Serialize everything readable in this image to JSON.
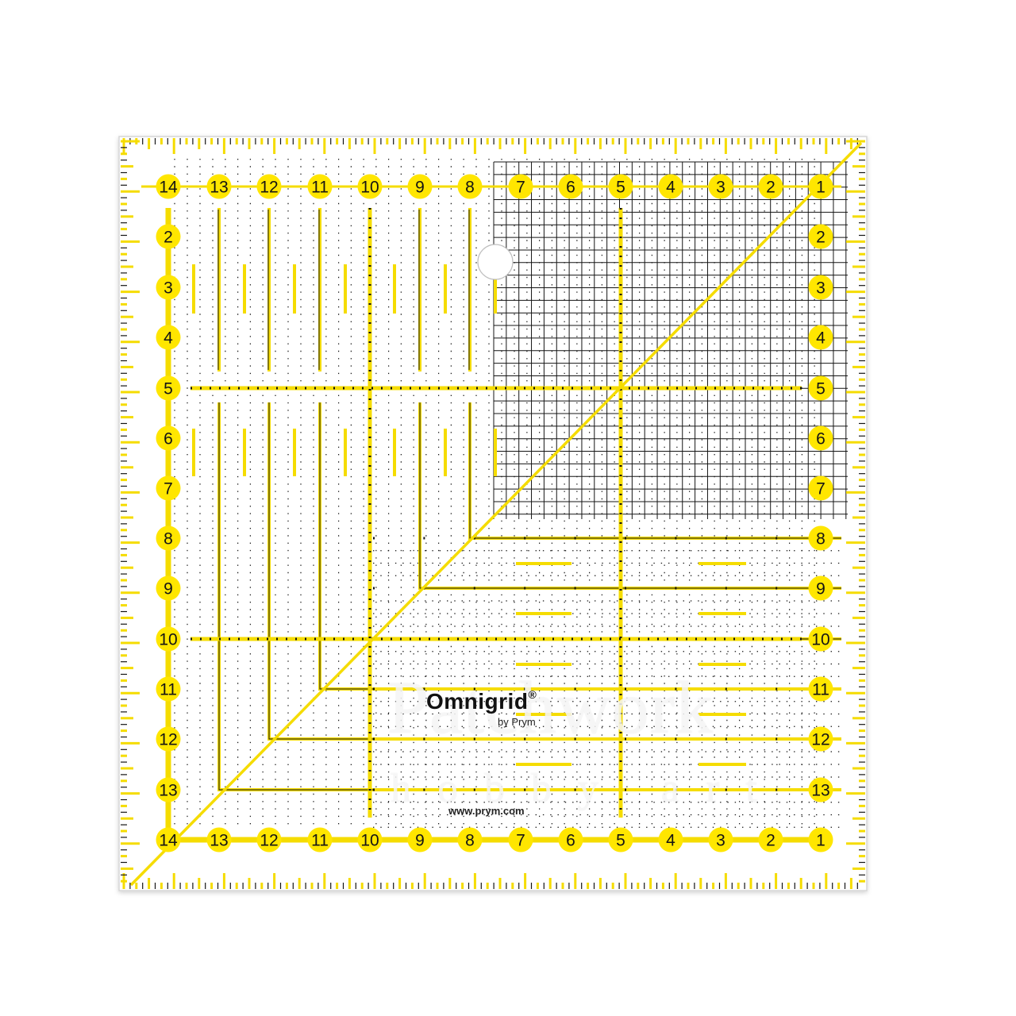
{
  "product": {
    "brand": "Omnigrid",
    "registered_mark": "®",
    "byline": "by Prym",
    "website": "www.prym.com"
  },
  "ruler": {
    "top_scale": [
      "14",
      "13",
      "12",
      "11",
      "10",
      "9",
      "8",
      "7",
      "6",
      "5",
      "4",
      "3",
      "2",
      "1"
    ],
    "left_scale": [
      "2",
      "3",
      "4",
      "5",
      "6",
      "7",
      "8",
      "9",
      "10",
      "11",
      "12",
      "13"
    ],
    "right_scale": [
      "2",
      "3",
      "4",
      "5",
      "6",
      "7",
      "8",
      "9",
      "10",
      "11",
      "12",
      "13"
    ],
    "bottom_scale": [
      "14",
      "13",
      "12",
      "11",
      "10",
      "9",
      "8",
      "7",
      "6",
      "5",
      "4",
      "3",
      "2",
      "1"
    ],
    "corner_label": "1"
  },
  "watermark": {
    "line1": "Patchwork",
    "line2": "hobby art"
  },
  "colors": {
    "accent_yellow": "#ffe600",
    "line_yellow": "#f5dc00",
    "ink": "#141414",
    "background": "#ffffff"
  }
}
